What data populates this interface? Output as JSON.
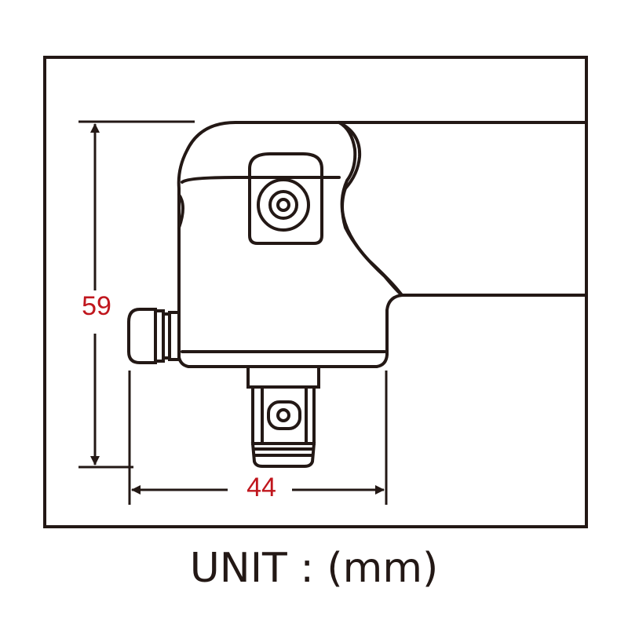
{
  "dimensions": {
    "height_value": "59",
    "width_value": "44"
  },
  "unit_caption": "UNIT : (mm)",
  "colors": {
    "stroke": "#231815",
    "dimension_text": "#c0161d",
    "background": "#ffffff"
  }
}
